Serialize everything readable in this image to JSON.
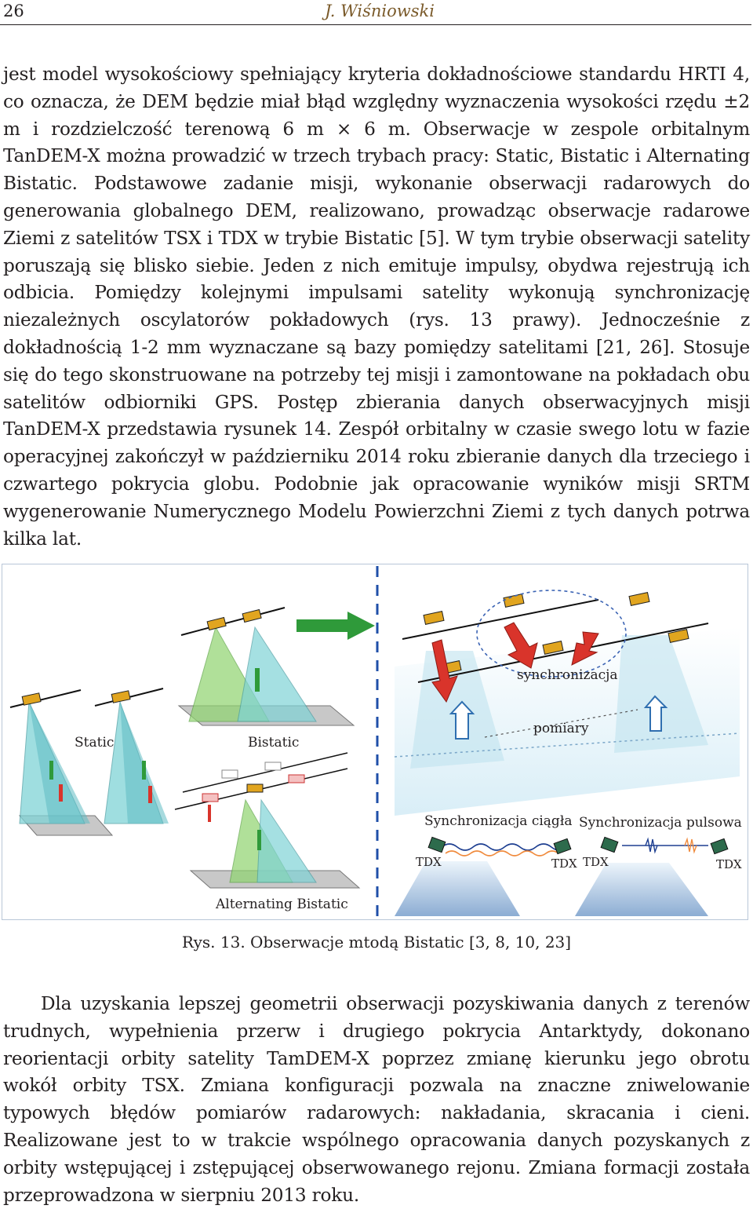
{
  "header": {
    "page_number": "26",
    "author": "J. Wiśniowski"
  },
  "paragraphs": {
    "p1": "jest model wysokościowy spełniający kryteria dokładnościowe standardu HRTI 4, co oznacza, że DEM będzie miał błąd względny wyznaczenia wysokości rzędu ±2 m i rozdzielczość terenową 6 m × 6 m. Obserwacje w zespole orbitalnym TanDEM-X można prowadzić w trzech trybach pracy: Static, Bistatic i Alternating Bistatic. Podstawowe zadanie misji, wykonanie obserwacji radarowych do generowania globalnego DEM, realizowano, prowadząc obserwacje radarowe Ziemi z satelitów TSX i TDX w trybie Bistatic [5]. W tym trybie obserwacji satelity poruszają się blisko siebie. Jeden z nich emituje impulsy, obydwa rejestrują ich odbicia. Pomiędzy kolejnymi impulsami satelity wykonują synchronizację niezależnych oscylatorów pokładowych (rys. 13 prawy). Jednocześnie z dokładnością 1-2 mm wyznaczane są bazy pomiędzy satelitami [21, 26]. Stosuje się do tego skonstruowane na potrzeby tej misji i zamontowane na pokładach obu satelitów odbiorniki GPS. Postęp zbierania danych obserwacyjnych misji TanDEM-X przedstawia rysunek 14. Zespół orbitalny w czasie swego lotu w fazie operacyjnej zakończył w październiku 2014 roku zbieranie danych dla trzeciego i czwartego pokrycia globu. Podobnie jak opracowanie wyników misji SRTM wygenerowanie Numerycznego Modelu Powierzchni Ziemi z tych danych potrwa kilka lat.",
    "p2": "Dla uzyskania lepszej geometrii obserwacji pozyskiwania danych z terenów trudnych, wypełnienia przerw i drugiego pokrycia Antarktydy, dokonano reorientacji orbity satelity TamDEM-X poprzez zmianę kierunku jego obrotu wokół orbity TSX. Zmiana konfiguracji pozwala na znaczne zniwelowanie typowych błędów pomiarów radarowych: nakładania, skracania i cieni. Realizowane jest to w trakcie wspólnego opracowania danych pozyskanych z orbity wstępującej i zstępującej obserwowanego rejonu. Zmiana formacji została przeprowadzona w sierpniu 2013 roku."
  },
  "figure": {
    "labels": {
      "static": "Static",
      "bistatic": "Bistatic",
      "alternating": "Alternating Bistatic",
      "synchronizacja": "synchronizacja",
      "pomiary": "pomiary",
      "sync_ciagla": "Synchronizacja ciągła",
      "sync_pulsowa": "Synchronizacja pulsowa",
      "tdx": "TDX"
    },
    "caption": "Rys. 13. Obserwacje mtodą Bistatic [3, 8, 10, 23]"
  },
  "colors": {
    "text": "#231f20",
    "author": "#7a5a2a",
    "beam_cyan": "#7fd3d6",
    "beam_green": "#8fd46f",
    "arrow_green": "#2f9a3a",
    "arrow_red": "#d9342b",
    "divider_blue": "#1f4fa8",
    "ground_gray": "#c8c8c8"
  }
}
